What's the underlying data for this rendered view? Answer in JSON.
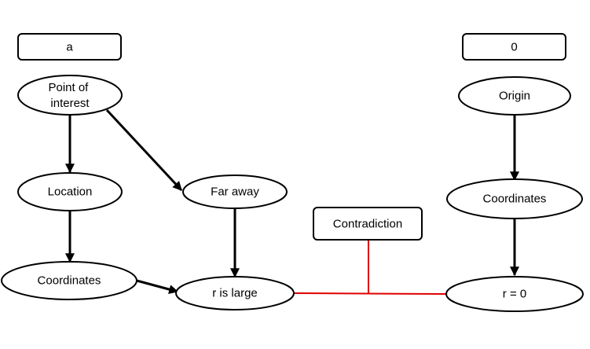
{
  "diagram": {
    "colors": {
      "node_stroke": "#000000",
      "node_fill": "#ffffff",
      "arrow": "#000000",
      "contradiction_line": "#e00000"
    },
    "nodes": {
      "label_a": "a",
      "label_0": "0",
      "point_of_interest": [
        "Point of",
        "interest"
      ],
      "location": "Location",
      "far_away": "Far away",
      "coordinates_left": "Coordinates",
      "r_is_large": "r is large",
      "contradiction": "Contradiction",
      "origin": "Origin",
      "coordinates_right": "Coordinates",
      "r_equals_0": "r = 0"
    },
    "edges": [
      {
        "from": "Point of interest",
        "to": "Location",
        "style": "arrow"
      },
      {
        "from": "Point of interest",
        "to": "Far away",
        "style": "arrow"
      },
      {
        "from": "Location",
        "to": "Coordinates",
        "style": "arrow"
      },
      {
        "from": "Coordinates",
        "to": "r is large",
        "style": "arrow"
      },
      {
        "from": "Far away",
        "to": "r is large",
        "style": "arrow"
      },
      {
        "from": "Origin",
        "to": "Coordinates",
        "style": "arrow"
      },
      {
        "from": "Coordinates",
        "to": "r = 0",
        "style": "arrow"
      },
      {
        "from": "r is large",
        "to": "r = 0",
        "style": "line"
      },
      {
        "from": "Contradiction",
        "to": "r is large / r = 0 line",
        "style": "line"
      }
    ]
  }
}
